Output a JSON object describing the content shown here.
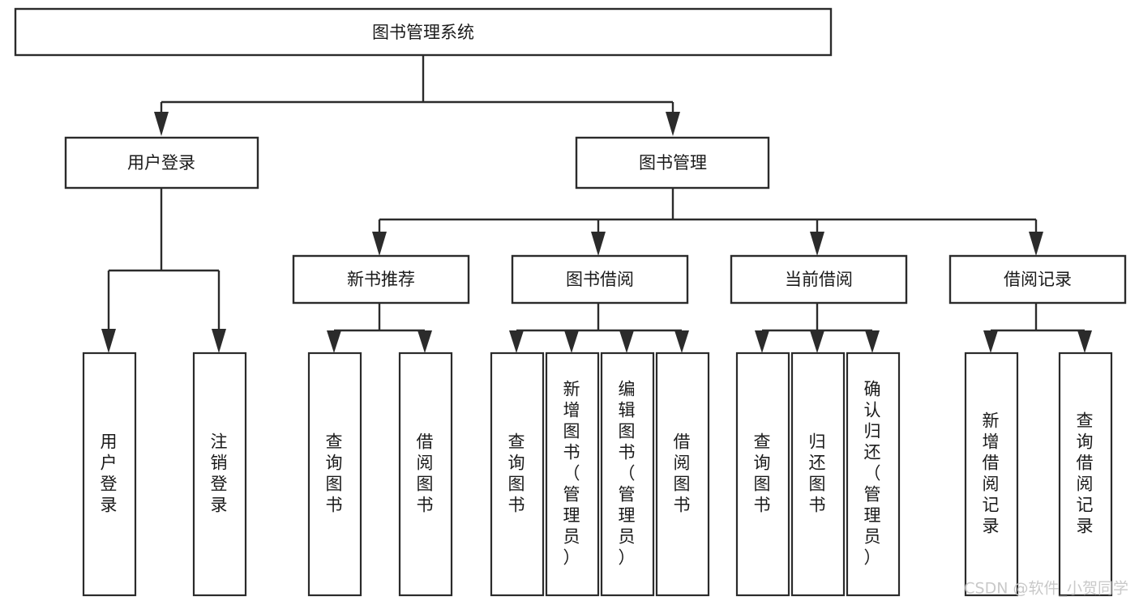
{
  "diagram": {
    "title": "图书管理系统",
    "type": "tree-hierarchy",
    "watermark": "CSDN @软件_小贺同学",
    "colors": {
      "stroke": "#2b2b2b",
      "fill": "#ffffff",
      "text": "#1a1a1a",
      "watermark": "#c9c9c9",
      "background": "#ffffff"
    },
    "levels": {
      "root": {
        "label": "图书管理系统"
      },
      "level2": [
        {
          "label": "用户登录"
        },
        {
          "label": "图书管理"
        }
      ],
      "level3": [
        {
          "label": "新书推荐"
        },
        {
          "label": "图书借阅"
        },
        {
          "label": "当前借阅"
        },
        {
          "label": "借阅记录"
        }
      ]
    },
    "leaves": {
      "user_login": [
        {
          "label": "用户登录"
        },
        {
          "label": "注销登录"
        }
      ],
      "new_book_recommend": [
        {
          "label": "查询图书"
        },
        {
          "label": "借阅图书"
        }
      ],
      "book_borrow": [
        {
          "label": "查询图书"
        },
        {
          "label": "新增图书（管理员）"
        },
        {
          "label": "编辑图书（管理员）"
        },
        {
          "label": "借阅图书"
        }
      ],
      "current_borrow": [
        {
          "label": "查询图书"
        },
        {
          "label": "归还图书"
        },
        {
          "label": "确认归还（管理员）"
        }
      ],
      "borrow_record": [
        {
          "label": "新增借阅记录"
        },
        {
          "label": "查询借阅记录"
        }
      ]
    }
  }
}
